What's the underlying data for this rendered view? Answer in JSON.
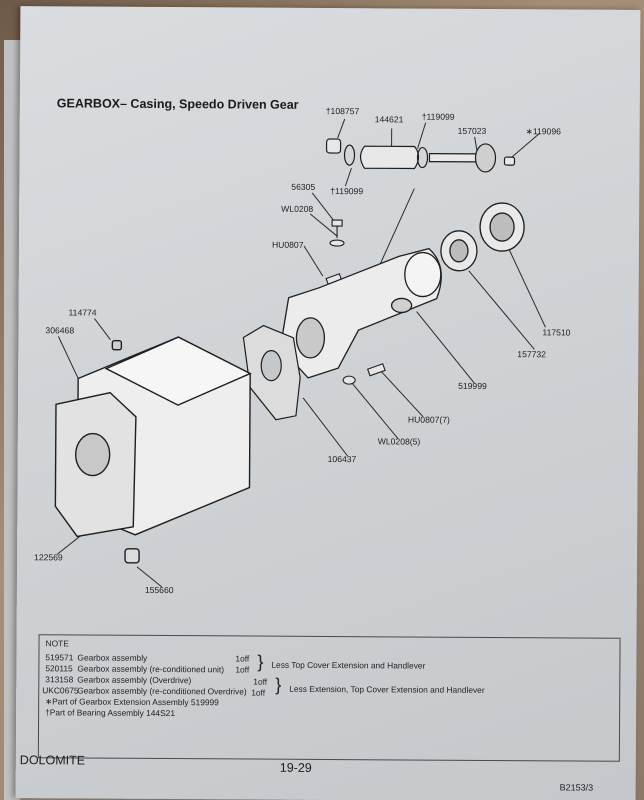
{
  "title": "GEARBOX– Casing, Speedo Driven Gear",
  "part_labels": {
    "p108757": "†108757",
    "p144621": "144621",
    "p119099a": "†119099",
    "p157023": "157023",
    "p119096": "∗119096",
    "p119099b": "†119099",
    "p56305": "56305",
    "pWL0208": "WL0208",
    "pHU0807": "HU0807",
    "p114774": "114774",
    "p306468": "306468",
    "p117510": "117510",
    "p157732": "157732",
    "p519999": "519999",
    "pHU0807_7": "HU0807(7)",
    "pWL0208_5": "WL0208(5)",
    "p106437": "106437",
    "p122569": "122569",
    "p155660": "155660"
  },
  "note": {
    "heading": "NOTE",
    "rows": [
      {
        "code": "519571",
        "desc": "Gearbox assembly",
        "qty": "1off"
      },
      {
        "code": "520115",
        "desc": "Gearbox assembly (re-conditioned unit)",
        "qty": "1off"
      },
      {
        "code": "313158",
        "desc": "Gearbox assembly (Overdrive)",
        "qty": "1off"
      },
      {
        "code": "UKC0675",
        "desc": "Gearbox assembly (re-conditioned Overdrive)",
        "qty": "1off"
      }
    ],
    "group1_text": "Less Top Cover Extension and Handlever",
    "group2_text": "Less Extension, Top Cover Extension and Handlever",
    "star_note": "∗Part of Gearbox Extension Assembly 519999",
    "dagger_note": "†Part of Bearing Assembly 144S21"
  },
  "footer": {
    "model": "DOLOMITE",
    "page": "19-29",
    "ref": "B2153/3"
  }
}
